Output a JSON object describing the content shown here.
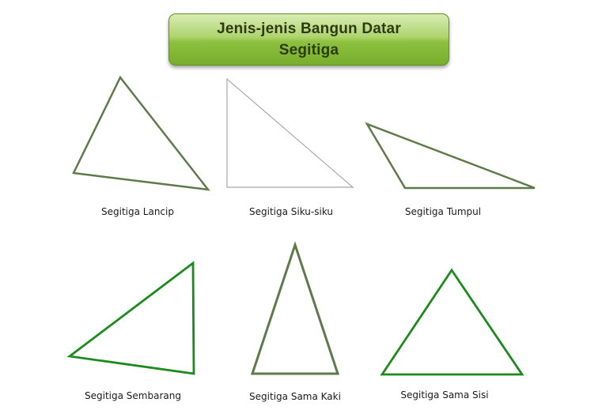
{
  "title": {
    "line1": "Jenis-jenis Bangun Datar",
    "line2": "Segitiga"
  },
  "triangles": [
    {
      "label": "Segitiga Lancip",
      "color": "#5f7a4a"
    },
    {
      "label": "Segitiga Siku-siku",
      "color": "#a8a8a8"
    },
    {
      "label": "Segitiga Tumpul",
      "color": "#5f7a4a"
    },
    {
      "label": "Segitiga Sembarang",
      "color": "#1c8a1c"
    },
    {
      "label": "Segitiga Sama Kaki",
      "color": "#5f7a4a"
    },
    {
      "label": "Segitiga Sama Sisi",
      "color": "#1c8a1c"
    }
  ],
  "colors": {
    "title_gradient_top": "#d9ecb4",
    "title_gradient_bottom": "#79ad2c",
    "title_text": "#2e3b12"
  }
}
